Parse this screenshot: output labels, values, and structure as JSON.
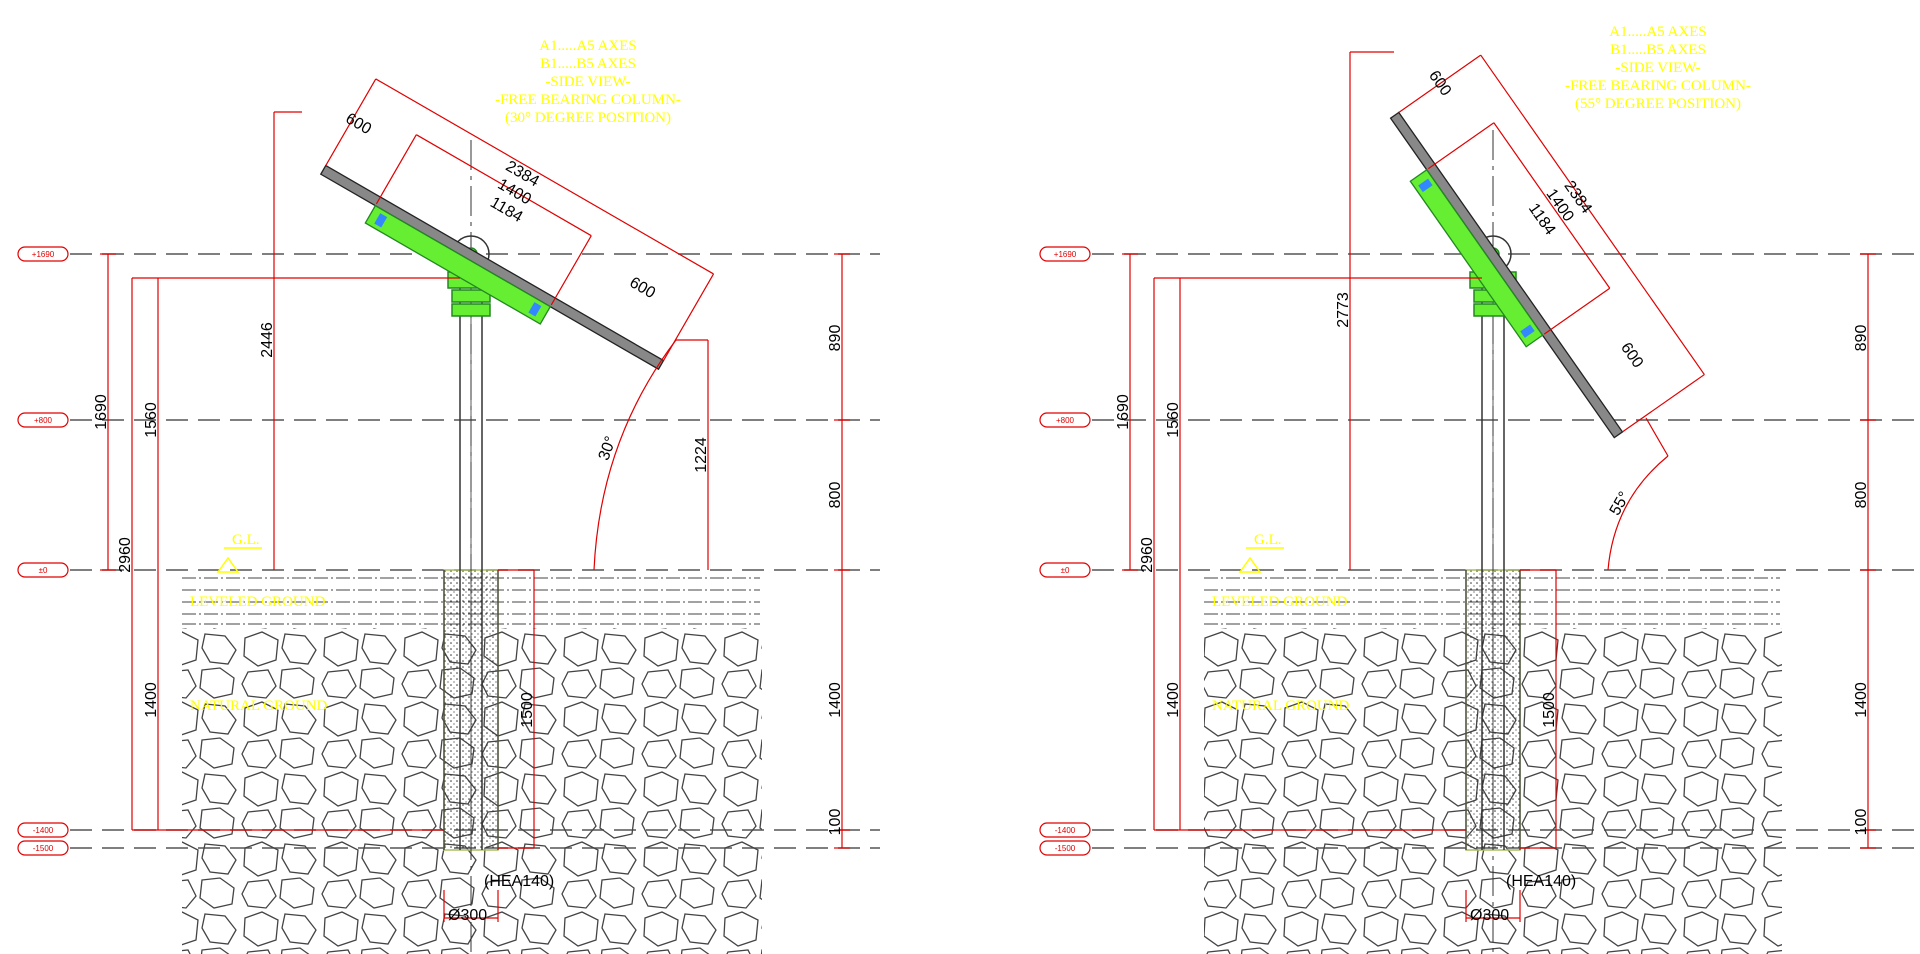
{
  "views": [
    {
      "id": "view-30",
      "title_lines": [
        "A1.....A5 AXES",
        "B1.....B5 AXES",
        "-SIDE VIEW-",
        "-FREE BEARING COLUMN-",
        "(30° DEGREE POSITION)"
      ],
      "angle_label": "30°",
      "panel_dims": {
        "overall": "2384",
        "inner": "1400",
        "rail": "1184",
        "overhang_top": "600",
        "overhang_bottom": "600"
      },
      "height_top_edge": "2446",
      "height_bottom_edge": "1224",
      "left_dims": {
        "total": "2960",
        "above_ground_top": "1690",
        "above_ground_axis": "1560",
        "embed": "1400"
      },
      "right_dims": {
        "upper": "890",
        "middle": "800",
        "lower": "1400",
        "bottom": "100"
      },
      "foundation_depth": "1500",
      "profile": "(HEA140)",
      "pile_diameter": "Ø300",
      "ground_level": "G.L.",
      "leveled_ground": "LEVELED GROUND",
      "natural_ground": "NATURAL GROUND",
      "level_tags": [
        "+1690",
        "+800",
        "±0",
        "-1400",
        "-1500"
      ]
    },
    {
      "id": "view-55",
      "title_lines": [
        "A1.....A5 AXES",
        "B1.....B5 AXES",
        "-SIDE VIEW-",
        "-FREE BEARING COLUMN-",
        "(55° DEGREE POSITION)"
      ],
      "angle_label": "55°",
      "panel_dims": {
        "overall": "2384",
        "inner": "1400",
        "rail": "1184",
        "overhang_top": "600",
        "overhang_bottom": "600"
      },
      "height_top_edge": "2773",
      "left_dims": {
        "total": "2960",
        "above_ground_top": "1690",
        "above_ground_axis": "1560",
        "embed": "1400"
      },
      "right_dims": {
        "upper": "890",
        "middle": "800",
        "lower": "1400",
        "bottom": "100"
      },
      "foundation_depth": "1500",
      "profile": "(HEA140)",
      "pile_diameter": "Ø300",
      "ground_level": "G.L.",
      "leveled_ground": "LEVELED GROUND",
      "natural_ground": "NATURAL GROUND",
      "level_tags": [
        "+1690",
        "+800",
        "±0",
        "-1400",
        "-1500"
      ]
    }
  ],
  "colors": {
    "dimension": "#e00000",
    "annotation": "#ffff00",
    "module": "#66ee33",
    "structure": "#333333",
    "concrete": "#a8c060",
    "dashed_line": "#555555"
  }
}
